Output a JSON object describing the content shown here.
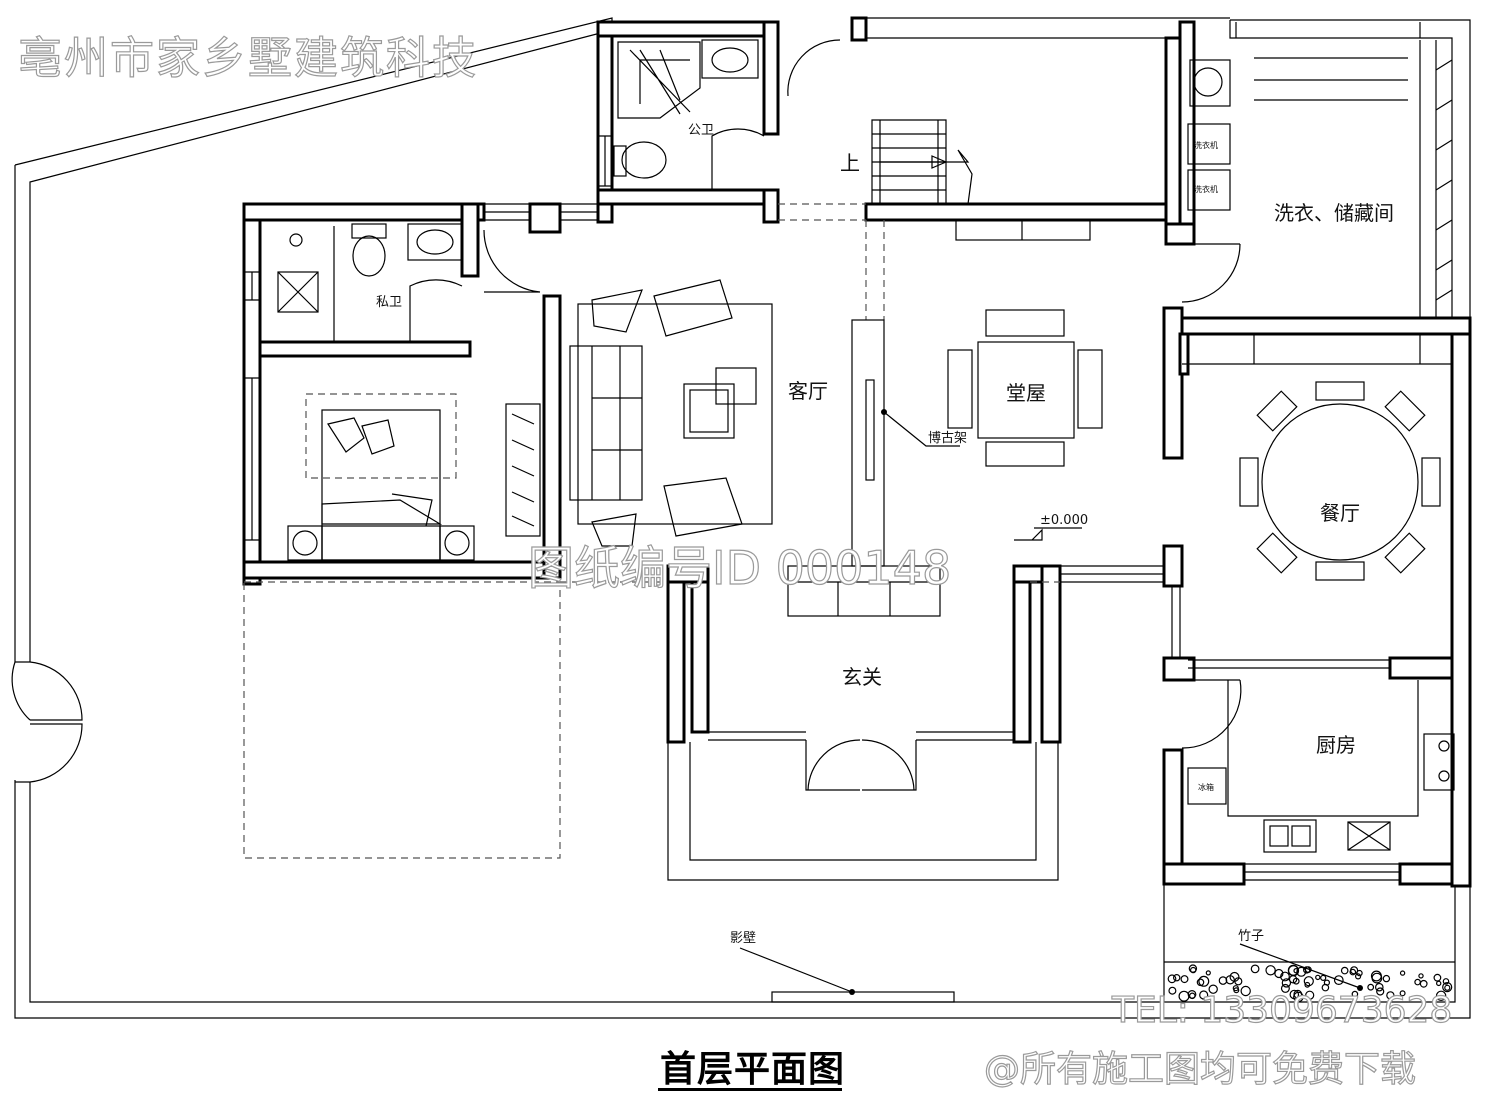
{
  "labels": {
    "public_bath": "公卫",
    "stairs_up": "上",
    "laundry_storage": "洗衣、储藏间",
    "washer_1": "洗衣机",
    "washer_2": "洗衣机",
    "private_bath": "私卫",
    "living_room": "客厅",
    "main_hall": "堂屋",
    "display_shelf": "博古架",
    "elevation": "±0.000",
    "dining_room": "餐厅",
    "foyer": "玄关",
    "kitchen": "厨房",
    "fridge": "冰箱",
    "screen_wall": "影壁",
    "bamboo": "竹子"
  },
  "title": "首层平面图",
  "watermarks": {
    "company": "亳州市家乡墅建筑科技",
    "drawing_id": "图纸编号ID 000148",
    "tel": "TEL: 13309673628",
    "free": "@所有施工图均可免费下载"
  }
}
